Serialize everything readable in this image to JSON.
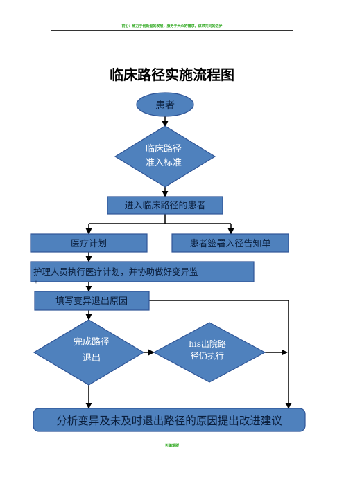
{
  "header": {
    "text": "前沿：致力于创新型的发展，服务于大众的需求，谋求共同的进步"
  },
  "title": "临床路径实施流程图",
  "nodes": {
    "patient": "患者",
    "criteria": [
      "临床路径",
      "准入标准"
    ],
    "enter": "进入临床路径的患者",
    "plan": "医疗计划",
    "consent": "患者签署入径告知单",
    "nursing": "护理人员执行医疗计划，并协助做好变异监",
    "nursing_overflow": "测",
    "exit_reason": "填写变异退出原因",
    "complete": [
      "完成路径",
      "退出"
    ],
    "his": [
      "his出院路",
      "径仍执行"
    ],
    "analyze": "分析变异及未及时退出路径的原因提出改进建议"
  },
  "footer": {
    "text": "可编辑版"
  },
  "colors": {
    "fill": "#4f81bd",
    "stroke": "#2f5597",
    "arrow": "#000000",
    "header_green": "#2aa61a"
  }
}
